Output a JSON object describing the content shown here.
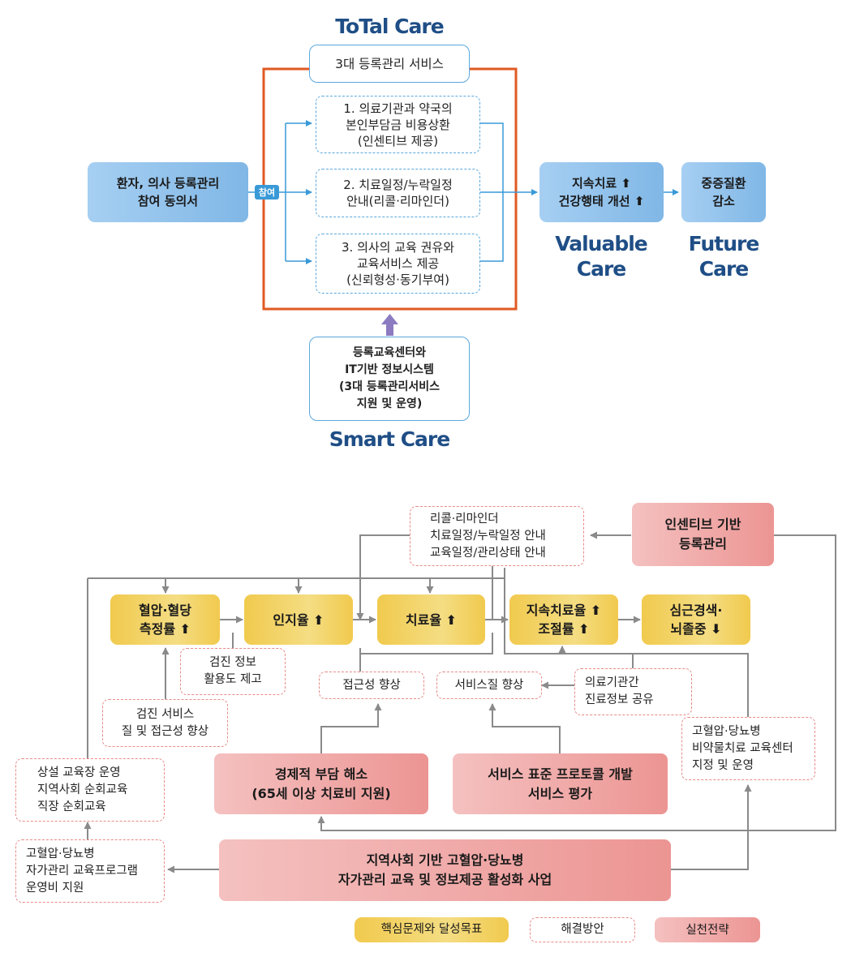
{
  "top": {
    "total_care": "ToTal Care",
    "registration_services": "3대 등록관리 서비스",
    "patient_consent": [
      "환자, 의사 등록관리",
      "참여 동의서"
    ],
    "participation_tag": "참여",
    "service1": [
      "1. 의료기관과 약국의",
      "본인부담금 비용상환",
      "(인센티브 제공)"
    ],
    "service2": [
      "2. 치료일정/누락일정",
      "안내(리콜·리마인더)"
    ],
    "service3": [
      "3. 의사의 교육 권유와",
      "교육서비스 제공",
      "(신뢰형성·동기부여)"
    ],
    "continuous_treatment": [
      "지속치료 ⬆",
      "건강행태 개선 ⬆"
    ],
    "complication_reduction": [
      "중증질환",
      "감소"
    ],
    "valuable_care": [
      "Valuable",
      "Care"
    ],
    "future_care": [
      "Future",
      "Care"
    ],
    "education_center": [
      "등록교육센터와",
      "IT기반 정보시스템",
      "(3대 등록관리서비스",
      "지원 및 운영)"
    ],
    "smart_care": "Smart Care"
  },
  "bottom": {
    "recall_box": [
      "리콜·리마인더",
      "치료일정/누락일정 안내",
      "교육일정/관리상태 안내"
    ],
    "incentive_registration": [
      "인센티브 기반",
      "등록관리"
    ],
    "bp_measurement": [
      "혈압·혈당",
      "측정률 ⬆"
    ],
    "awareness": "인지율 ⬆",
    "treatment_rate": "치료율 ⬆",
    "continuous_rate": [
      "지속치료율 ⬆",
      "조절률 ⬆"
    ],
    "cardio_stroke": [
      "심근경색·",
      "뇌졸중 ⬇"
    ],
    "checkup_info": [
      "검진 정보",
      "활용도 제고"
    ],
    "checkup_service": [
      "검진 서비스",
      "질 및 접근성 향상"
    ],
    "access_improve": "접근성 향상",
    "service_quality": "서비스질 향상",
    "info_share": [
      "의료기관간",
      "진료정보 공유"
    ],
    "drug_edu_center": [
      "고혈압·당뇨병",
      "비약물치료 교육센터",
      "지정 및 운영"
    ],
    "permanent_edu": [
      "상설 교육장 운영",
      "지역사회 순회교육",
      "직장 순회교육"
    ],
    "economic_burden": [
      "경제적 부담 해소",
      "(65세 이상 치료비 지원)"
    ],
    "standard_protocol": [
      "서비스 표준 프로토콜 개발",
      "서비스 평가"
    ],
    "self_mgmt_program": [
      "고혈압·당뇨병",
      "자가관리 교육프로그램",
      "운영비 지원"
    ],
    "community_project": [
      "지역사회 기반 고혈압·당뇨병",
      "자가관리 교육 및 정보제공 활성화 사업"
    ]
  },
  "legend": {
    "core_issue": "핵심문제와 달성목표",
    "solution": "해결방안",
    "strategy": "실천전략"
  }
}
